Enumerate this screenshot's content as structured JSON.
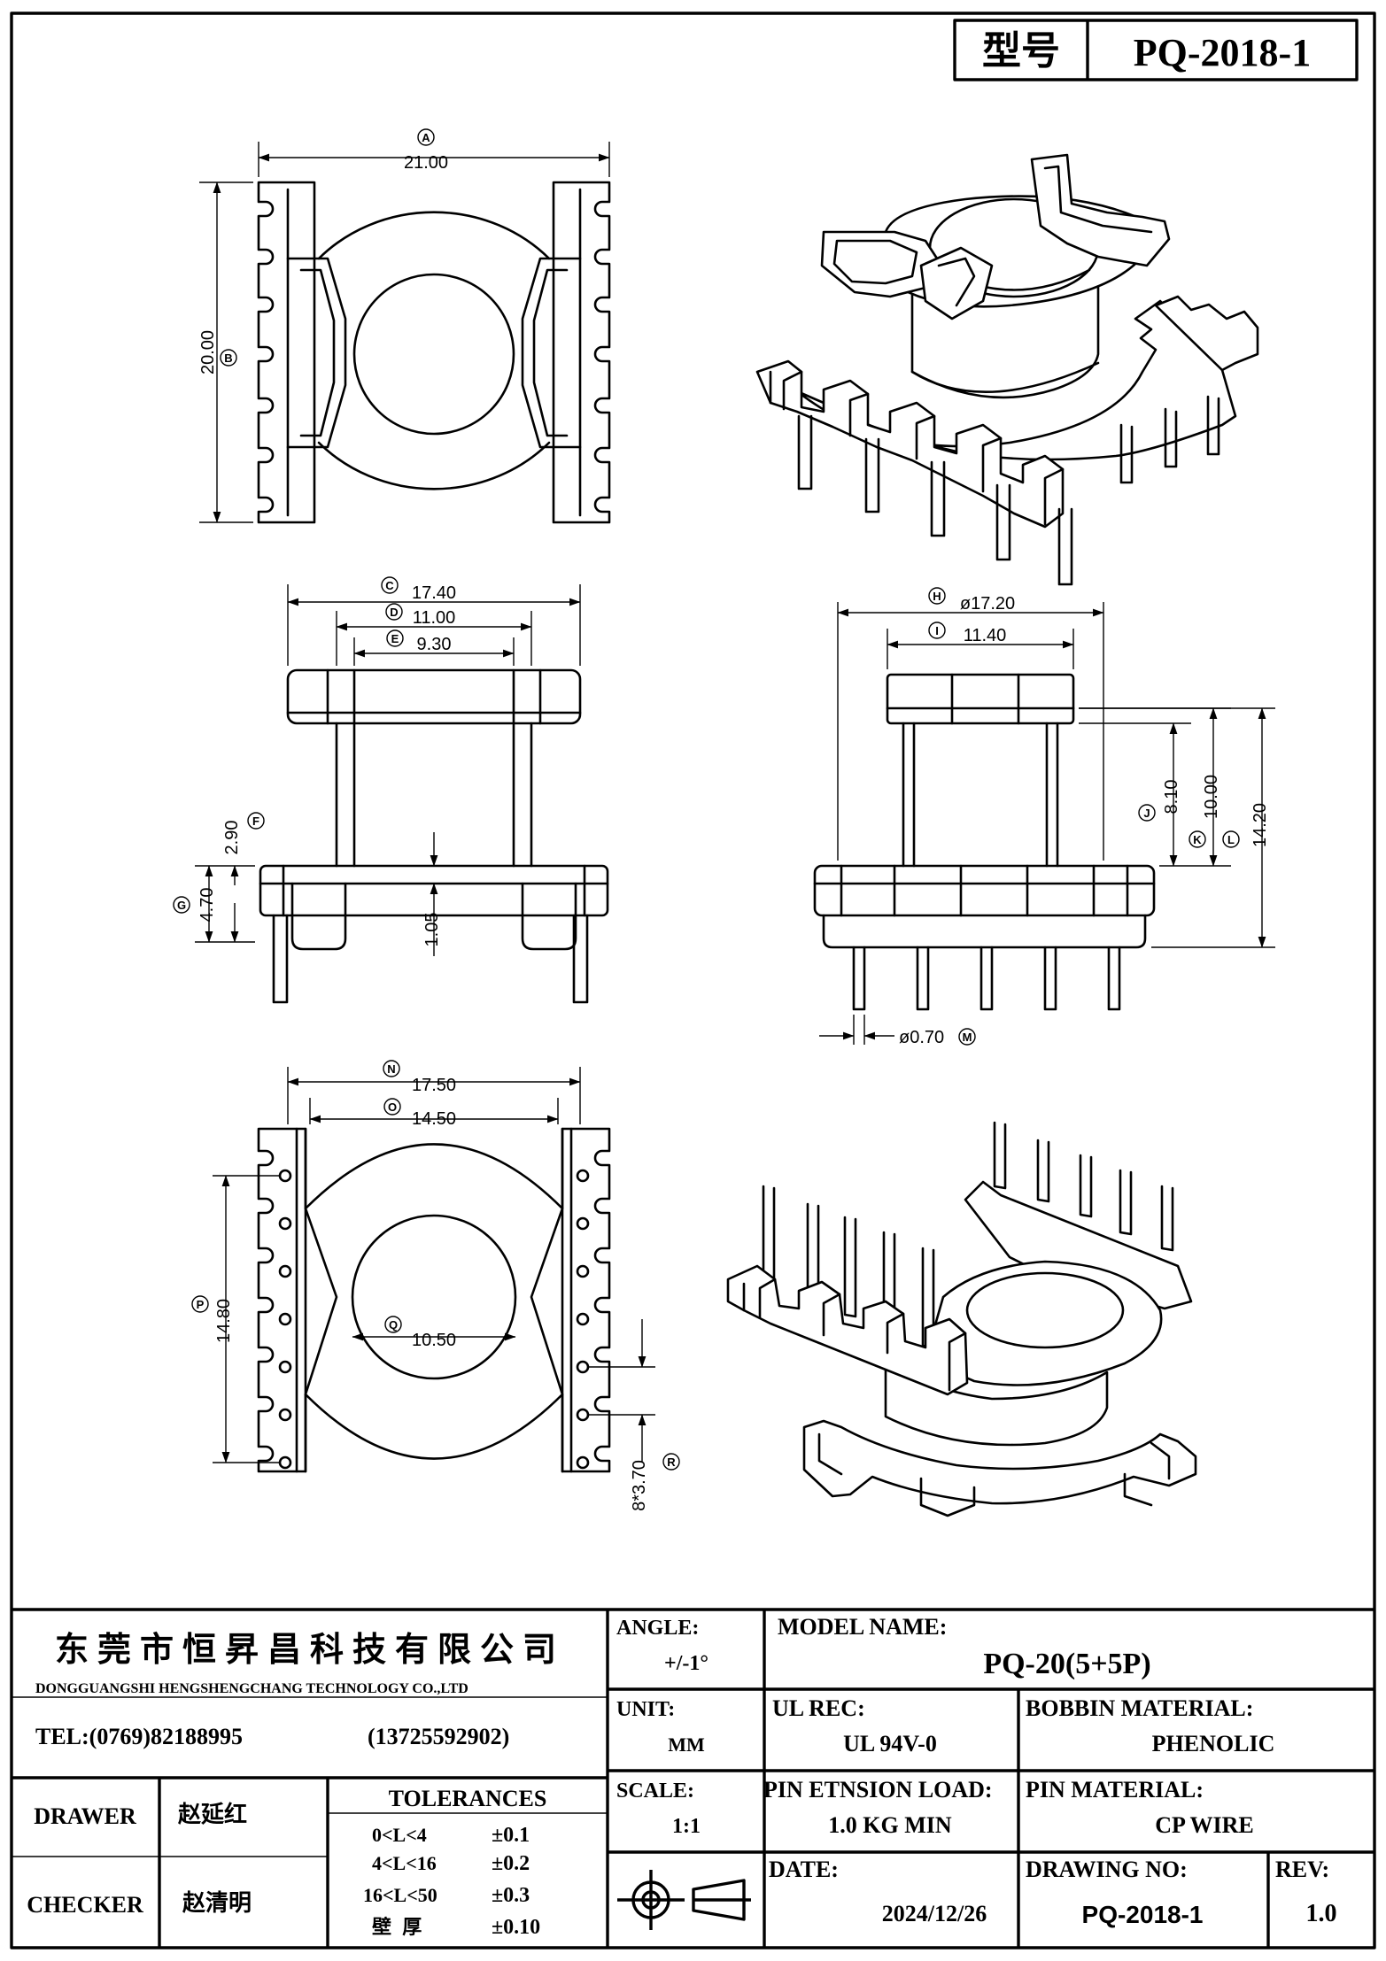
{
  "header": {
    "model_label": "型号",
    "model_value": "PQ-2018-1"
  },
  "dims": {
    "A": {
      "tag": "A",
      "value": "21.00"
    },
    "B": {
      "tag": "B",
      "value": "20.00"
    },
    "C": {
      "tag": "C",
      "value": "17.40"
    },
    "D": {
      "tag": "D",
      "value": "11.00"
    },
    "E": {
      "tag": "E",
      "value": "9.30"
    },
    "F": {
      "tag": "F",
      "value": "2.90"
    },
    "G": {
      "tag": "G",
      "value": "4.70"
    },
    "gap": {
      "value": "1.05"
    },
    "H": {
      "tag": "H",
      "value": "ø17.20"
    },
    "I": {
      "tag": "I",
      "value": "11.40"
    },
    "J": {
      "tag": "J",
      "value": "8.10"
    },
    "K": {
      "tag": "K",
      "value": "10.00"
    },
    "L": {
      "tag": "L",
      "value": "14.20"
    },
    "M": {
      "tag": "M",
      "value": "ø0.70"
    },
    "N": {
      "tag": "N",
      "value": "17.50"
    },
    "O": {
      "tag": "O",
      "value": "14.50"
    },
    "P": {
      "tag": "P",
      "value": "14.80"
    },
    "Q": {
      "tag": "Q",
      "value": "10.50"
    },
    "R": {
      "tag": "R",
      "value": "8*3.70"
    }
  },
  "titleblock": {
    "company_cn": "东莞市恒昇昌科技有限公司",
    "company_en": "DONGGUANGSHI HENGSHENGCHANG TECHNOLOGY CO.,LTD",
    "tel": "TEL:(0769)82188995",
    "mobile": "(13725592902)",
    "drawer_label": "DRAWER",
    "drawer_name": "赵延红",
    "checker_label": "CHECKER",
    "checker_name": "赵清明",
    "tolerances_label": "TOLERANCES",
    "tolerances": [
      {
        "range": "0<L<4",
        "tol": "±0.1"
      },
      {
        "range": "4<L<16",
        "tol": "±0.2"
      },
      {
        "range": "16<L<50",
        "tol": "±0.3"
      },
      {
        "range": "壁  厚",
        "tol": "±0.10"
      }
    ],
    "angle_label": "ANGLE:",
    "angle_value": "+/-1°",
    "unit_label": "UNIT:",
    "unit_value": "MM",
    "scale_label": "SCALE:",
    "scale_value": "1:1",
    "model_name_label": "MODEL NAME:",
    "model_name_value": "PQ-20(5+5P)",
    "ul_label": "UL REC:",
    "ul_value": "UL 94V-0",
    "bobbin_label": "BOBBIN MATERIAL:",
    "bobbin_value": "PHENOLIC",
    "pin_load_label": "PIN ETNSION LOAD:",
    "pin_load_value": "1.0 KG MIN",
    "pin_mat_label": "PIN MATERIAL:",
    "pin_mat_value": "CP WIRE",
    "date_label": "DATE:",
    "date_value": "2024/12/26",
    "drawing_no_label": "DRAWING NO:",
    "drawing_no_value": "PQ-2018-1",
    "rev_label": "REV:",
    "rev_value": "1.0"
  }
}
